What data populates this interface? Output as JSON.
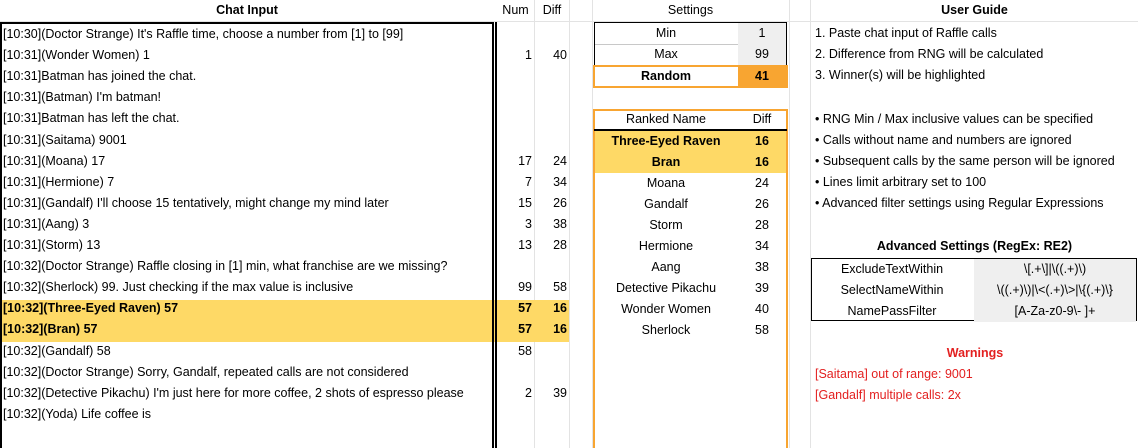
{
  "headers": {
    "chat_input": "Chat Input",
    "num": "Num",
    "diff": "Diff",
    "settings": "Settings",
    "user_guide": "User Guide"
  },
  "chat_rows": [
    {
      "msg": "[10:30](Doctor Strange) It's Raffle time, choose a number from [1] to [99]",
      "num": "",
      "diff": ""
    },
    {
      "msg": "[10:31](Wonder Women) 1",
      "num": "1",
      "diff": "40"
    },
    {
      "msg": "[10:31]Batman has joined the chat.",
      "num": "",
      "diff": ""
    },
    {
      "msg": "[10:31](Batman) I'm batman!",
      "num": "",
      "diff": ""
    },
    {
      "msg": "[10:31]Batman has left the chat.",
      "num": "",
      "diff": ""
    },
    {
      "msg": "[10:31](Saitama) 9001",
      "num": "",
      "diff": ""
    },
    {
      "msg": "[10:31](Moana) 17",
      "num": "17",
      "diff": "24"
    },
    {
      "msg": "[10:31](Hermione) 7",
      "num": "7",
      "diff": "34"
    },
    {
      "msg": "[10:31](Gandalf) I'll choose 15 tentatively, might change my mind later",
      "num": "15",
      "diff": "26"
    },
    {
      "msg": "[10:31](Aang) 3",
      "num": "3",
      "diff": "38"
    },
    {
      "msg": "[10:31](Storm) 13",
      "num": "13",
      "diff": "28"
    },
    {
      "msg": "[10:32](Doctor Strange) Raffle closing in [1] min, what franchise are we missing?",
      "num": "",
      "diff": ""
    },
    {
      "msg": "[10:32](Sherlock) 99. Just checking if the max value is inclusive",
      "num": "99",
      "diff": "58"
    },
    {
      "msg": "[10:32](Three-Eyed Raven) 57",
      "num": "57",
      "diff": "16"
    },
    {
      "msg": "[10:32](Bran) 57",
      "num": "57",
      "diff": "16"
    },
    {
      "msg": "[10:32](Gandalf) 58",
      "num": "58",
      "diff": ""
    },
    {
      "msg": "[10:32](Doctor Strange) Sorry, Gandalf, repeated calls are not considered",
      "num": "",
      "diff": ""
    },
    {
      "msg": "[10:32](Detective Pikachu) I'm just here for more coffee, 2 shots of espresso please",
      "num": "2",
      "diff": "39"
    },
    {
      "msg": "[10:32](Yoda) Life coffee is",
      "num": "",
      "diff": ""
    }
  ],
  "settings": {
    "min_label": "Min",
    "min_value": "1",
    "max_label": "Max",
    "max_value": "99",
    "random_label": "Random",
    "random_value": "41"
  },
  "ranked": {
    "name_header": "Ranked Name",
    "diff_header": "Diff",
    "rows": [
      {
        "name": "Three-Eyed Raven",
        "diff": "16"
      },
      {
        "name": "Bran",
        "diff": "16"
      },
      {
        "name": "Moana",
        "diff": "24"
      },
      {
        "name": "Gandalf",
        "diff": "26"
      },
      {
        "name": "Storm",
        "diff": "28"
      },
      {
        "name": "Hermione",
        "diff": "34"
      },
      {
        "name": "Aang",
        "diff": "38"
      },
      {
        "name": "Detective Pikachu",
        "diff": "39"
      },
      {
        "name": "Wonder Women",
        "diff": "40"
      },
      {
        "name": "Sherlock",
        "diff": "58"
      }
    ]
  },
  "guide_steps": [
    "1. Paste chat input of Raffle calls",
    "2. Difference from RNG will be calculated",
    "3. Winner(s) will be highlighted"
  ],
  "guide_notes": [
    "• RNG Min / Max inclusive values can be specified",
    "• Calls without name and numbers are ignored",
    "• Subsequent calls by the same person will be ignored",
    "• Lines limit arbitrary set to 100",
    "• Advanced filter settings using Regular Expressions"
  ],
  "advanced": {
    "title": "Advanced Settings (RegEx: RE2)",
    "rows": [
      {
        "key": "ExcludeTextWithin",
        "value": "\\[.+\\]|\\((.+)\\)"
      },
      {
        "key": "SelectNameWithin",
        "value": "\\((.+)\\)|\\<(.+)\\>|\\{(.+)\\}"
      },
      {
        "key": "NamePassFilter",
        "value": "[A-Za-z0-9\\- ]+"
      }
    ]
  },
  "warnings": {
    "title": "Warnings",
    "items": [
      "[Saitama] out of range: 9001",
      "[Gandalf] multiple calls: 2x"
    ]
  },
  "colors": {
    "highlight": "#fed966",
    "accent_orange": "#f8a531",
    "warning_red": "#e32020",
    "value_bg": "#efefef"
  }
}
